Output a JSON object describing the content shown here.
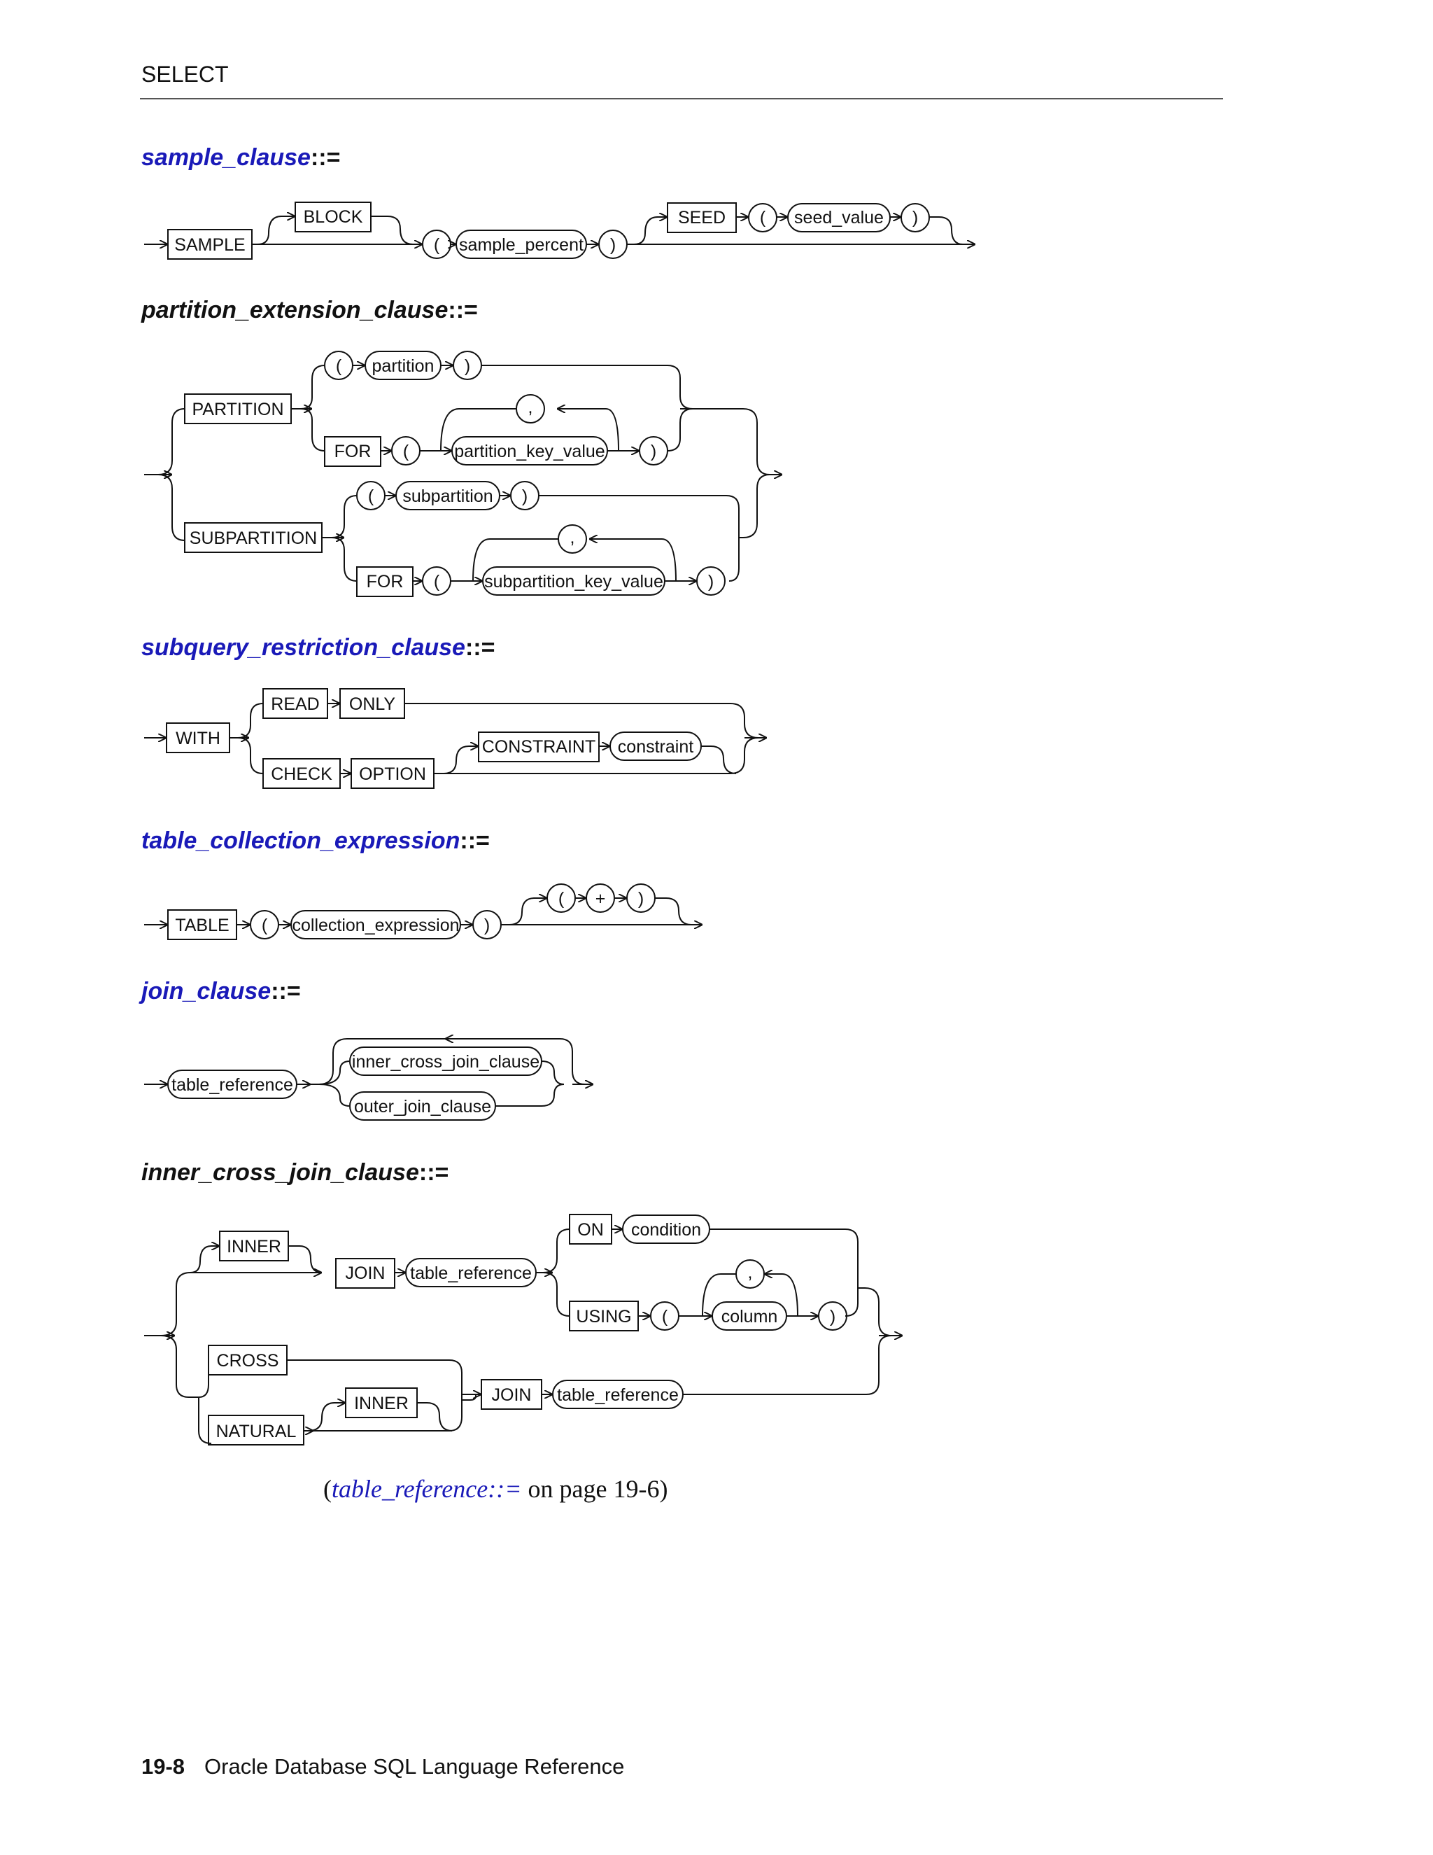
{
  "header": {
    "section": "SELECT"
  },
  "footer": {
    "page_number": "19-8",
    "book_title": "Oracle Database SQL Language Reference"
  },
  "cross_reference": {
    "open": "(",
    "link": "table_reference::=",
    "rest": " on page 19-6)"
  },
  "diagrams": {
    "sample_clause": {
      "name": "sample_clause",
      "op": "::=",
      "t": {
        "sample": "SAMPLE",
        "block": "BLOCK",
        "lp1": "(",
        "sample_percent": "sample_percent",
        "rp1": ")",
        "seed": "SEED",
        "lp2": "(",
        "seed_value": "seed_value",
        "rp2": ")"
      }
    },
    "partition_extension_clause": {
      "name": "partition_extension_clause",
      "op": "::=",
      "t": {
        "partition_kw": "PARTITION",
        "lp1": "(",
        "partition": "partition",
        "rp1": ")",
        "for1": "FOR",
        "lp2": "(",
        "comma1": ",",
        "partition_key_value": "partition_key_value",
        "rp2": ")",
        "subpartition_kw": "SUBPARTITION",
        "lp3": "(",
        "subpartition": "subpartition",
        "rp3": ")",
        "for2": "FOR",
        "lp4": "(",
        "comma2": ",",
        "subpartition_key_value": "subpartition_key_value",
        "rp4": ")"
      }
    },
    "subquery_restriction_clause": {
      "name": "subquery_restriction_clause",
      "op": "::=",
      "t": {
        "with": "WITH",
        "read": "READ",
        "only": "ONLY",
        "check": "CHECK",
        "option": "OPTION",
        "constraint_kw": "CONSTRAINT",
        "constraint": "constraint"
      }
    },
    "table_collection_expression": {
      "name": "table_collection_expression",
      "op": "::=",
      "t": {
        "table": "TABLE",
        "lp1": "(",
        "collection_expression": "collection_expression",
        "rp1": ")",
        "lp2": "(",
        "plus": "+",
        "rp2": ")"
      }
    },
    "join_clause": {
      "name": "join_clause",
      "op": "::=",
      "t": {
        "table_reference": "table_reference",
        "inner_cross_join_clause": "inner_cross_join_clause",
        "outer_join_clause": "outer_join_clause"
      }
    },
    "inner_cross_join_clause": {
      "name": "inner_cross_join_clause",
      "op": "::=",
      "t": {
        "inner1": "INNER",
        "join1": "JOIN",
        "table_reference1": "table_reference",
        "on": "ON",
        "condition": "condition",
        "using": "USING",
        "lp1": "(",
        "comma1": ",",
        "column": "column",
        "rp1": ")",
        "cross": "CROSS",
        "natural": "NATURAL",
        "inner2": "INNER",
        "join2": "JOIN",
        "table_reference2": "table_reference"
      }
    }
  }
}
